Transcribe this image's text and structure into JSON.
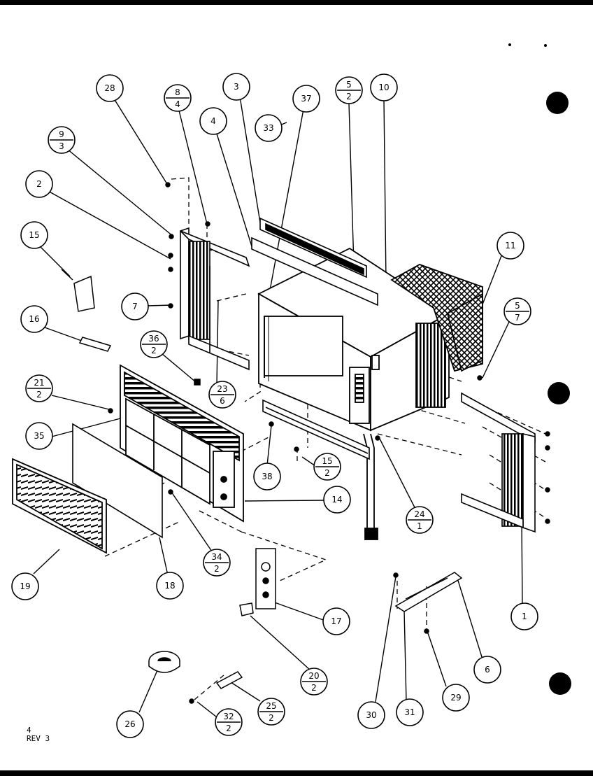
{
  "callouts": [
    {
      "id": "c28",
      "text": "28",
      "num": "",
      "den": ""
    },
    {
      "id": "c8-4",
      "text": "",
      "num": "8",
      "den": "4"
    },
    {
      "id": "c3",
      "text": "3",
      "num": "",
      "den": ""
    },
    {
      "id": "c37",
      "text": "37",
      "num": "",
      "den": ""
    },
    {
      "id": "c5-2a",
      "text": "",
      "num": "5",
      "den": "2"
    },
    {
      "id": "c10",
      "text": "10",
      "num": "",
      "den": ""
    },
    {
      "id": "c4",
      "text": "4",
      "num": "",
      "den": ""
    },
    {
      "id": "c33",
      "text": "33",
      "num": "",
      "den": ""
    },
    {
      "id": "c9-3",
      "text": "",
      "num": "9",
      "den": "3"
    },
    {
      "id": "c2",
      "text": "2",
      "num": "",
      "den": ""
    },
    {
      "id": "c15",
      "text": "15",
      "num": "",
      "den": ""
    },
    {
      "id": "c11",
      "text": "11",
      "num": "",
      "den": ""
    },
    {
      "id": "c7",
      "text": "7",
      "num": "",
      "den": ""
    },
    {
      "id": "c5-7",
      "text": "",
      "num": "5",
      "den": "7"
    },
    {
      "id": "c16",
      "text": "16",
      "num": "",
      "den": ""
    },
    {
      "id": "c36-2",
      "text": "",
      "num": "36",
      "den": "2"
    },
    {
      "id": "c21-2",
      "text": "",
      "num": "21",
      "den": "2"
    },
    {
      "id": "c23-6",
      "text": "",
      "num": "23",
      "den": "6"
    },
    {
      "id": "c35",
      "text": "35",
      "num": "",
      "den": ""
    },
    {
      "id": "c15-2",
      "text": "",
      "num": "15",
      "den": "2"
    },
    {
      "id": "c38",
      "text": "38",
      "num": "",
      "den": ""
    },
    {
      "id": "c14",
      "text": "14",
      "num": "",
      "den": ""
    },
    {
      "id": "c24-1",
      "text": "",
      "num": "24",
      "den": "1"
    },
    {
      "id": "c34-2",
      "text": "",
      "num": "34",
      "den": "2"
    },
    {
      "id": "c19",
      "text": "19",
      "num": "",
      "den": ""
    },
    {
      "id": "c18",
      "text": "18",
      "num": "",
      "den": ""
    },
    {
      "id": "c17",
      "text": "17",
      "num": "",
      "den": ""
    },
    {
      "id": "c1",
      "text": "1",
      "num": "",
      "den": ""
    },
    {
      "id": "c6",
      "text": "6",
      "num": "",
      "den": ""
    },
    {
      "id": "c20-2",
      "text": "",
      "num": "20",
      "den": "2"
    },
    {
      "id": "c29",
      "text": "29",
      "num": "",
      "den": ""
    },
    {
      "id": "c26",
      "text": "26",
      "num": "",
      "den": ""
    },
    {
      "id": "c25-2",
      "text": "",
      "num": "25",
      "den": "2"
    },
    {
      "id": "c32-2",
      "text": "",
      "num": "32",
      "den": "2"
    },
    {
      "id": "c30",
      "text": "30",
      "num": "",
      "den": ""
    },
    {
      "id": "c31",
      "text": "31",
      "num": "",
      "den": ""
    }
  ],
  "footer": {
    "line1": "4",
    "line2": "REV 3"
  }
}
